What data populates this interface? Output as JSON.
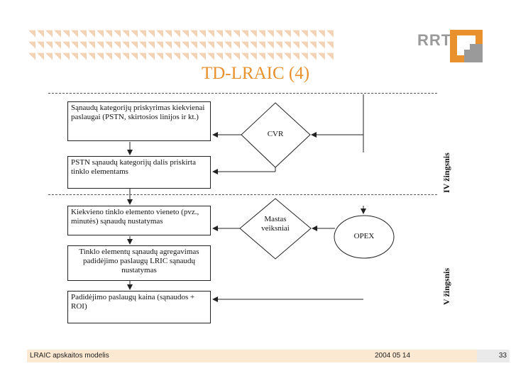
{
  "header": {
    "logo_text": "RRT",
    "title": "TD-LRAIC (4)"
  },
  "diagram": {
    "steps": [
      {
        "text": "Sąnaudų kategorijų priskyrimas kiekvienai paslaugai (PSTN, skirtosios linijos ir kt.)"
      },
      {
        "text": "PSTN sąnaudų kategorijų dalis priskirta tinklo elementams"
      },
      {
        "text": "Kiekvieno tinklo elemento vieneto (pvz., minutės) sąnaudų nustatymas"
      },
      {
        "text": "Tinklo elementų sąnaudų agregavimas padidėjimo paslaugų LRIC sąnaudų nustatymas"
      },
      {
        "text": "Padidėjimo paslaugų kaina (sąnaudos + ROI)"
      }
    ],
    "decisions": [
      {
        "text": "CVR"
      },
      {
        "text": "Mastas veiksniai"
      }
    ],
    "opex": {
      "text": "OPEX"
    },
    "stage_labels": {
      "upper": "IV žingsnis",
      "lower": "V žingsnis"
    }
  },
  "footer": {
    "left": "LRAIC apskaitos modelis",
    "date": "2004 05 14",
    "page": "33"
  },
  "colors": {
    "title": "#e8912d",
    "footer_bg": "#fce9d2",
    "logo_orange": "#e8912d",
    "logo_gray": "#9a9a9a"
  }
}
